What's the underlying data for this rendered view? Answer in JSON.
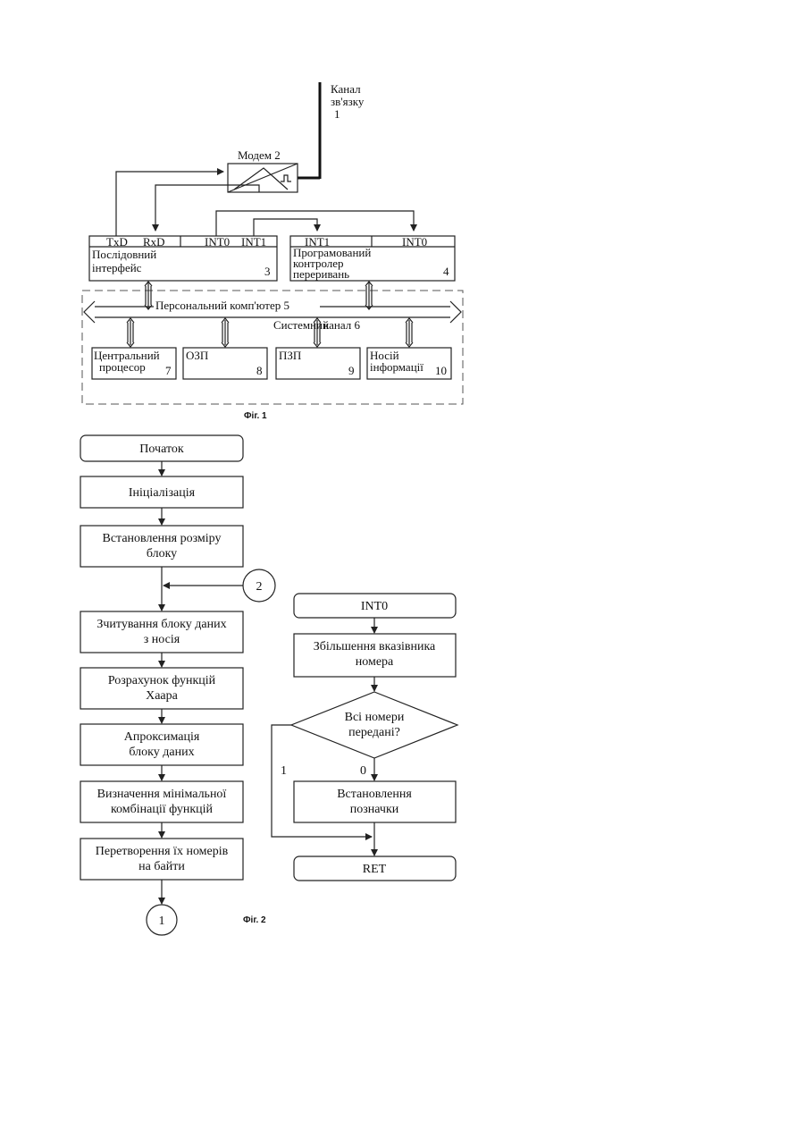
{
  "fig1": {
    "channel": {
      "line1": "Канал",
      "line2": "зв'язку",
      "num": "1"
    },
    "modem": "Модем 2",
    "serial": {
      "signals": [
        "TxD",
        "RxD",
        "INT0",
        "INT1"
      ],
      "line1": "Послідовний",
      "line2": "інтерфейс",
      "num": "3"
    },
    "pic": {
      "signals": [
        "INT1",
        "INT0"
      ],
      "line1": "Програмований",
      "line2": "контролер",
      "line3": "переривань",
      "num": "4"
    },
    "pc_label": "Персональний комп'ютер 5",
    "bus_label_a": "Системний",
    "bus_label_b": "канал 6",
    "cpu": {
      "line1": "Центральний",
      "line2": "процесор",
      "num": "7"
    },
    "ram": {
      "line1": "ОЗП",
      "num": "8"
    },
    "rom": {
      "line1": "ПЗП",
      "num": "9"
    },
    "storage": {
      "line1": "Носій",
      "line2": "інформації",
      "num": "10"
    },
    "caption": "Фіг. 1"
  },
  "fig2": {
    "start": "Початок",
    "init": "Ініціалізація",
    "block_size": {
      "line1": "Встановлення розміру",
      "line2": "блоку"
    },
    "connector_in": "2",
    "read_block": {
      "line1": "Зчитування блоку даних",
      "line2": "з носія"
    },
    "haar": {
      "line1": "Розрахунок функцій",
      "line2": "Хаара"
    },
    "approx": {
      "line1": "Апроксимація",
      "line2": "блоку даних"
    },
    "min_comb": {
      "line1": "Визначення мінімальної",
      "line2": "комбінації функцій"
    },
    "convert": {
      "line1": "Перетворення їх номерів",
      "line2": "на байти"
    },
    "connector_out": "1",
    "int0": "INT0",
    "inc_ptr": {
      "line1": "Збільшення вказівника",
      "line2": "номера"
    },
    "decision": {
      "line1": "Всі номери",
      "line2": "передані?"
    },
    "yes": "1",
    "no": "0",
    "set_flag": {
      "line1": "Встановлення",
      "line2": "позначки"
    },
    "ret": "RET",
    "caption": "Фіг. 2"
  }
}
